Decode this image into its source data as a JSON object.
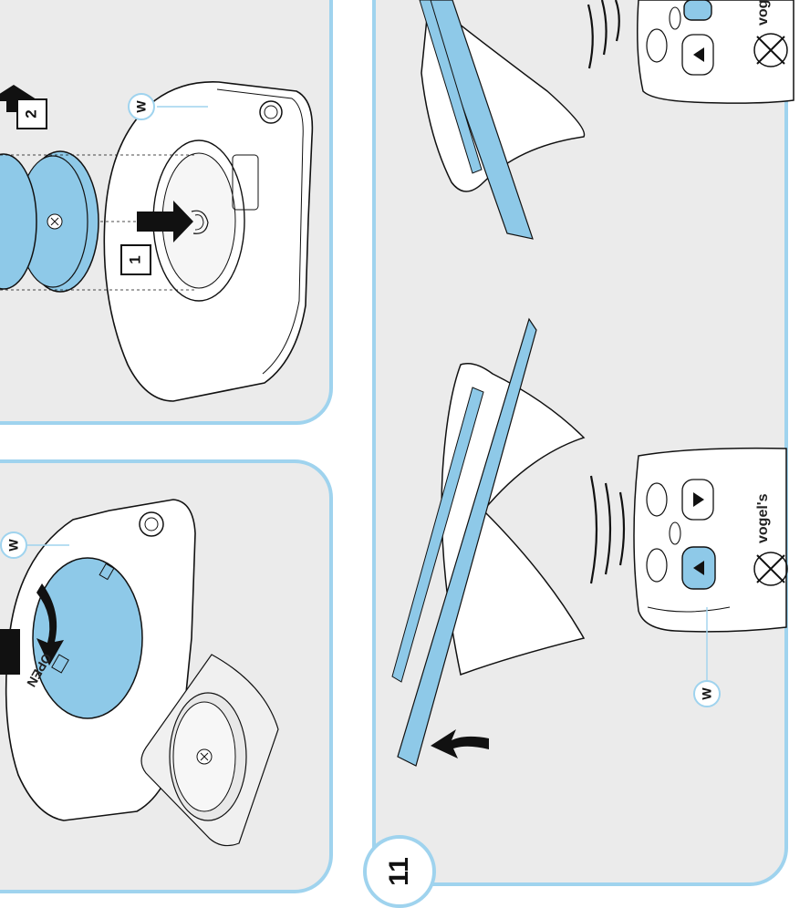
{
  "step": {
    "number": "11"
  },
  "labels": {
    "w_top": "W",
    "w_bottom": "W",
    "w_remote": "W",
    "callout_1": "1",
    "callout_2": "2"
  },
  "battery_cover": {
    "open_text": "OPEN"
  },
  "remote": {
    "brand_top": "vogel's",
    "brand_bottom": "vogel's"
  },
  "colors": {
    "panel_bg": "#ebebeb",
    "panel_border": "#9fd3ee",
    "highlight_blue": "#8ec9e8",
    "outline": "#111111"
  }
}
